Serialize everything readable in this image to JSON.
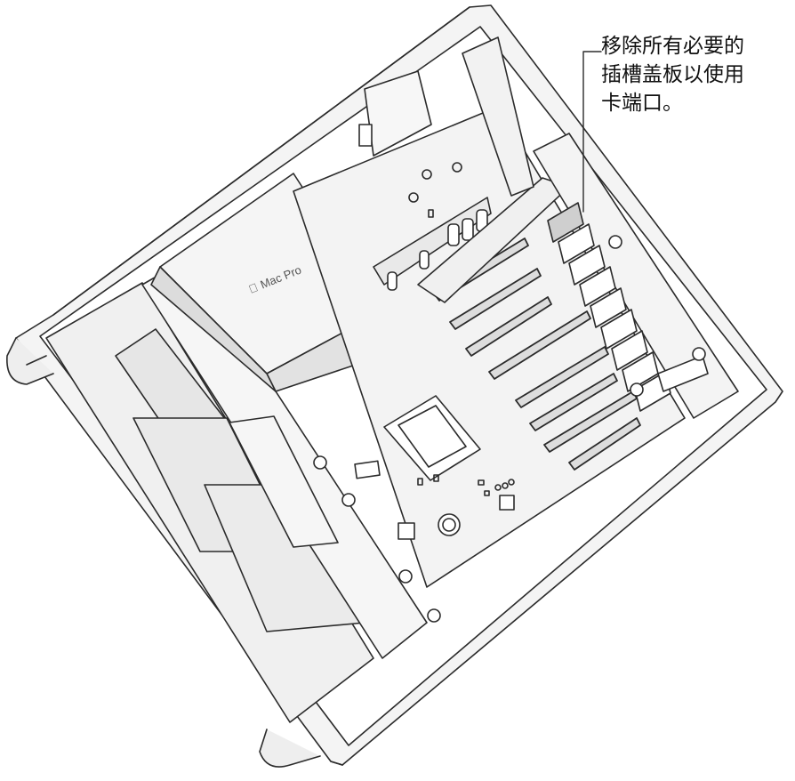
{
  "callout": {
    "lines": [
      "移除所有必要的",
      "插槽盖板以使用",
      "卡端口。"
    ]
  },
  "device": {
    "brand_label": "Mac Pro",
    "logo_icon": "apple-logo-icon"
  },
  "colors": {
    "line": "#2b2b2b",
    "fill_light": "#f2f2f2",
    "fill_mid": "#e4e4e4",
    "fill_dark": "#c9c9c9",
    "highlight": "#d8d8d8"
  }
}
